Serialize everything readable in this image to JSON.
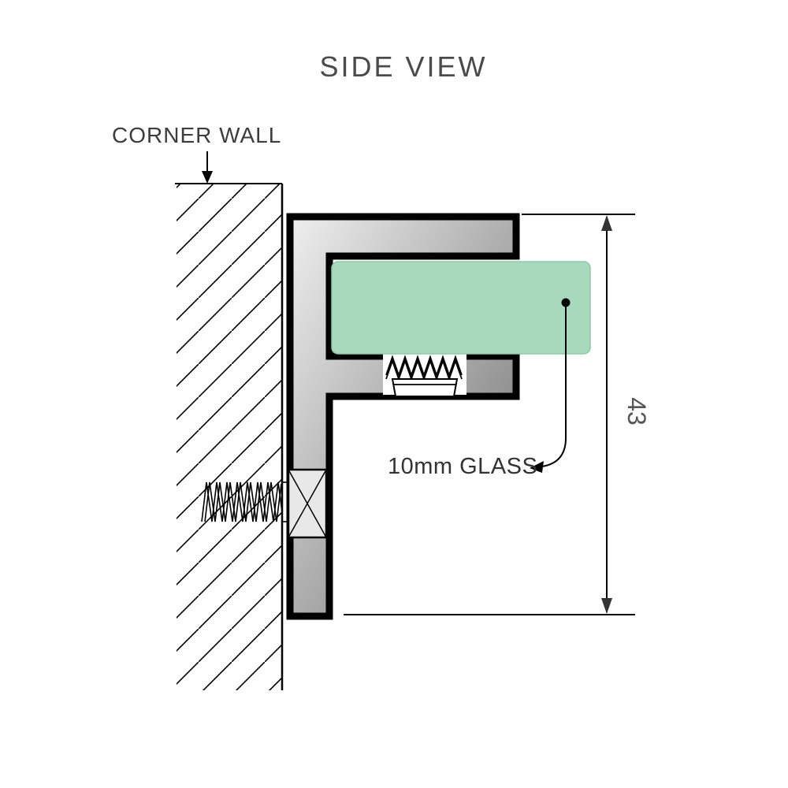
{
  "title": "SIDE VIEW",
  "annotations": {
    "corner_wall_label": "CORNER WALL",
    "glass_label": "10mm GLASS",
    "dimension_value": "43"
  },
  "colors": {
    "glass": "#a7d9bd",
    "glass_edge": "#8fc7a9",
    "outline": "#000000",
    "metal_light": "#efefef",
    "metal_mid": "#aeaeae",
    "metal_dark": "#6b6b6b",
    "text": "#4a4a4a"
  }
}
